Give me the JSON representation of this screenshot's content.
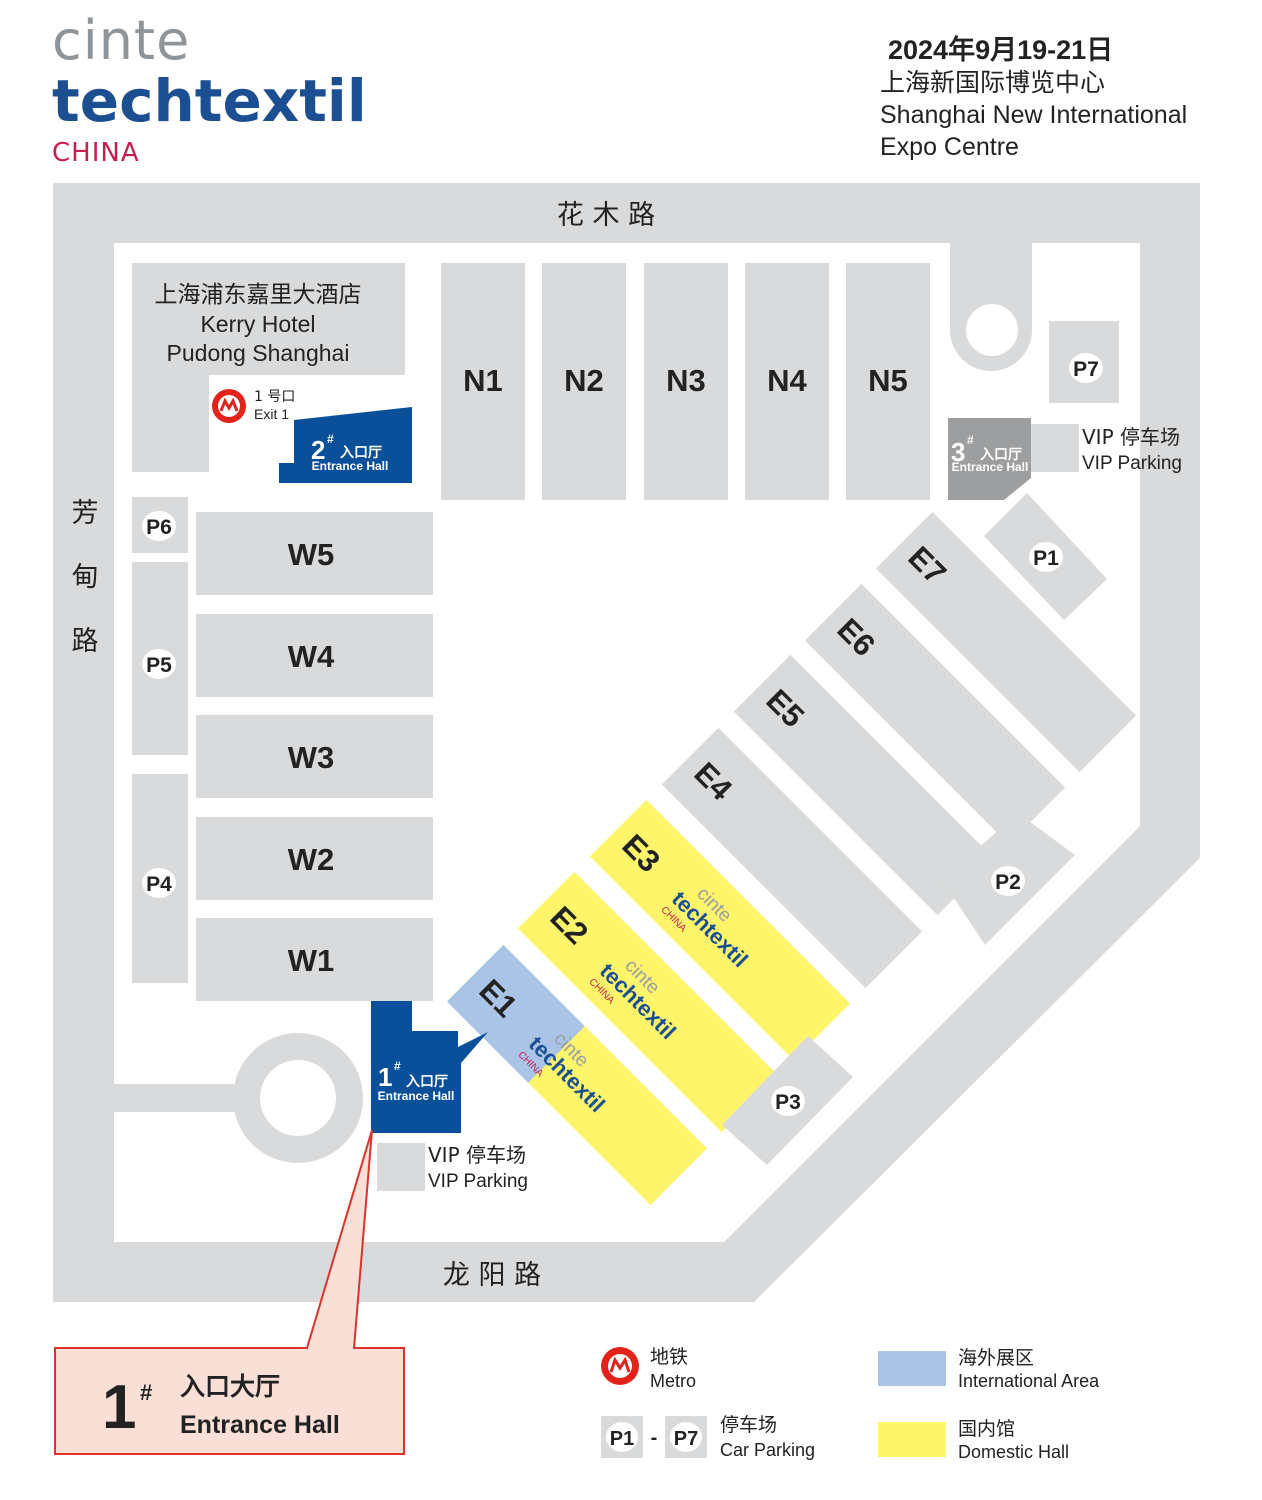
{
  "brand": {
    "line1": "cinte",
    "line2": "techtextil",
    "line3": "CHINA"
  },
  "event": {
    "date": "2024年9月19-21日",
    "venue_cn": "上海新国际博览中心",
    "venue_en1": "Shanghai New International",
    "venue_en2": "Expo Centre"
  },
  "roads": {
    "north": "花 木 路",
    "west": [
      "芳",
      "甸",
      "路"
    ],
    "south": "龙 阳 路"
  },
  "hotel": {
    "cn": "上海浦东嘉里大酒店",
    "en1": "Kerry Hotel",
    "en2": "Pudong Shanghai"
  },
  "metro_exit": {
    "cn": "1 号口",
    "en": "Exit 1"
  },
  "entrance_halls": [
    {
      "num": "2",
      "sup": "#",
      "cn": "入口厅",
      "en": "Entrance Hall"
    },
    {
      "num": "3",
      "sup": "#",
      "cn": "入口厅",
      "en": "Entrance Hall"
    },
    {
      "num": "1",
      "sup": "#",
      "cn": "入口厅",
      "en": "Entrance Hall"
    }
  ],
  "halls_north": [
    "N1",
    "N2",
    "N3",
    "N4",
    "N5"
  ],
  "halls_west": [
    "W5",
    "W4",
    "W3",
    "W2",
    "W1"
  ],
  "halls_east": [
    "E1",
    "E2",
    "E3",
    "E4",
    "E5",
    "E6",
    "E7"
  ],
  "fair_logo": {
    "cinte": "cinte",
    "techtextil": "techtextil",
    "china": "CHINA"
  },
  "parking": [
    "P1",
    "P2",
    "P3",
    "P4",
    "P5",
    "P6",
    "P7"
  ],
  "vip_parking": {
    "cn": "VIP 停车场",
    "en": "VIP Parking"
  },
  "callout": {
    "num": "1",
    "sup": "#",
    "cn": "入口大厅",
    "en": "Entrance Hall"
  },
  "legend": {
    "metro_cn": "地铁",
    "metro_en": "Metro",
    "parking_from": "P1",
    "parking_dash": "-",
    "parking_to": "P7",
    "parking_cn": "停车场",
    "parking_en": "Car Parking",
    "intl_cn": "海外展区",
    "intl_en": "International Area",
    "dom_cn": "国内馆",
    "dom_en": "Domestic Hall"
  },
  "colors": {
    "road": "#d9dadb",
    "hall": "#d9dadb",
    "entrance_blue": "#0a4f9a",
    "entrance_grey": "#9d9e9f",
    "international": "#a9c4e6",
    "domestic": "#fff56b",
    "metro_red": "#e2231a",
    "callout_fill": "#f9dfd6",
    "callout_stroke": "#d9342b"
  }
}
